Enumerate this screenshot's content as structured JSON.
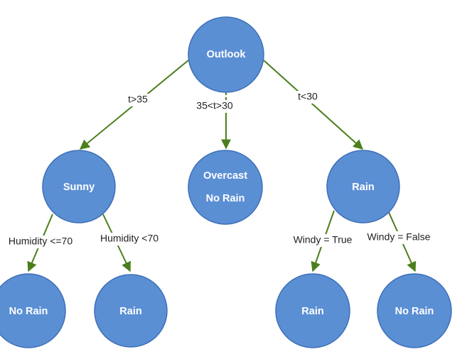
{
  "nodes": {
    "outlook": {
      "label": "Outlook"
    },
    "sunny": {
      "label": "Sunny"
    },
    "overcast": {
      "label_line1": "Overcast",
      "label_line2": "No Rain"
    },
    "rain": {
      "label": "Rain"
    },
    "sunny_left_leaf": {
      "label": "No Rain"
    },
    "sunny_right_leaf": {
      "label": "Rain"
    },
    "rain_left_leaf": {
      "label": "Rain"
    },
    "rain_right_leaf": {
      "label": "No Rain"
    }
  },
  "edges": {
    "outlook_to_sunny": {
      "label": "t>35"
    },
    "outlook_to_overcast": {
      "label": "35<t>30"
    },
    "outlook_to_rain": {
      "label": "t<30"
    },
    "sunny_to_left": {
      "label": "Humidity <=70"
    },
    "sunny_to_right": {
      "label": "Humidity <70"
    },
    "rain_to_left": {
      "label": "Windy = True"
    },
    "rain_to_right": {
      "label": "Windy = False"
    }
  },
  "colors": {
    "node_fill": "#5b8fd4",
    "node_stroke": "#3d6fb8",
    "edge": "#4a7f1c"
  }
}
